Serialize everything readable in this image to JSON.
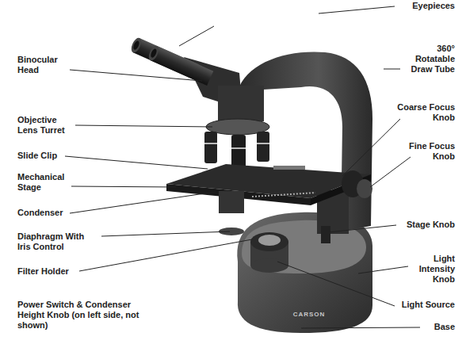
{
  "diagram": {
    "labels": [
      "Eyepieces",
      "Binocular Head",
      "360° Rotatable Draw Tube",
      "Objective Lens Turret",
      "Coarse Focus Knob",
      "Slide Clip",
      "Fine Focus Knob",
      "Mechanical Stage",
      "Condenser",
      "Stage Knob",
      "Diaphragm With Iris Control",
      "Light Intensity Knob",
      "Filter Holder",
      "Power Switch & Condenser Height Knob (on left side, not shown)",
      "Light Source",
      "Base",
      "CARSON"
    ]
  }
}
